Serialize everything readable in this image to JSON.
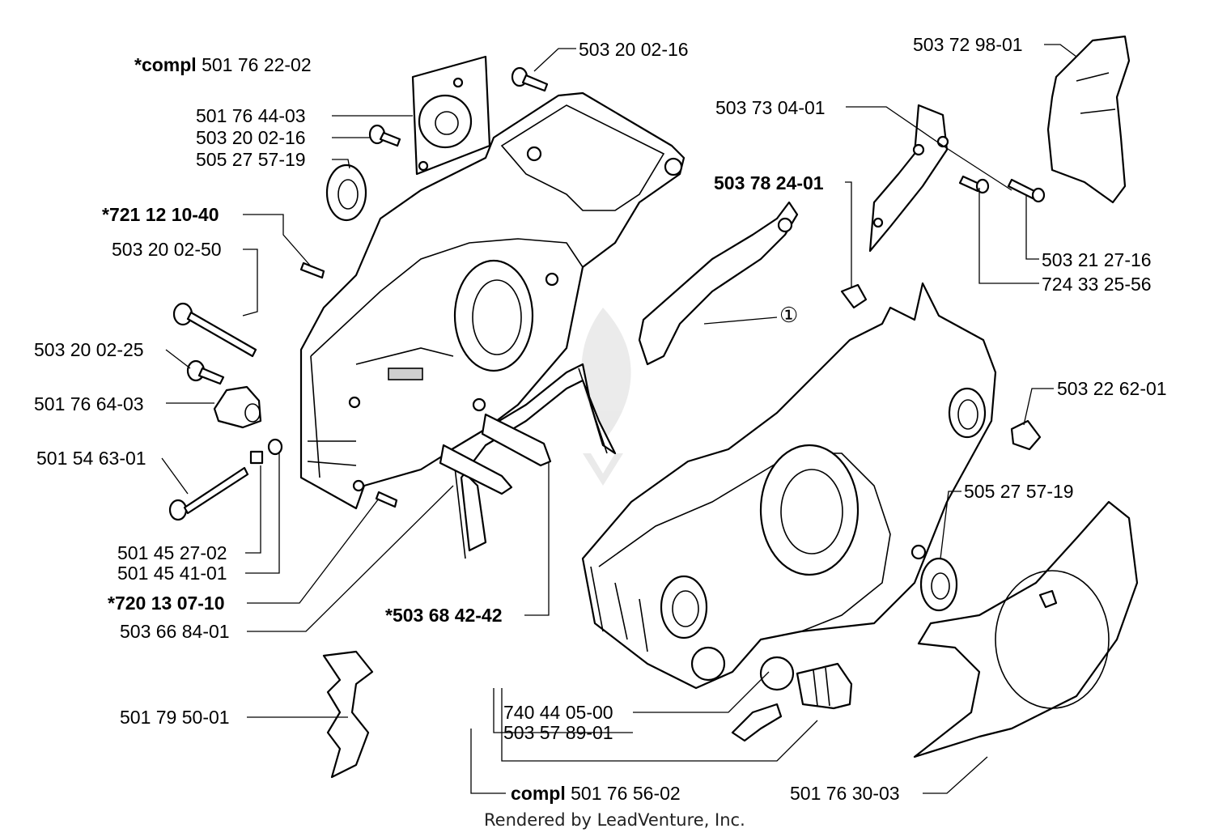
{
  "diagram": {
    "labels": {
      "compl_top": {
        "prefix": "*compl",
        "number": "501 76 22-02"
      },
      "p_503_20_02_16_top": "503 20 02-16",
      "p_501_76_44_03": "501 76 44-03",
      "p_503_20_02_16_left": "503 20 02-16",
      "p_505_27_57_19_left": "505 27 57-19",
      "p_721_12_10_40": "*721 12 10-40",
      "p_503_20_02_50": "503 20 02-50",
      "p_503_20_02_25": "503 20 02-25",
      "p_501_76_64_03": "501 76 64-03",
      "p_501_54_63_01": "501 54 63-01",
      "p_501_45_27_02": "501 45 27-02",
      "p_501_45_41_01": "501 45 41-01",
      "p_720_13_07_10": "*720 13 07-10",
      "p_503_66_84_01": "503 66 84-01",
      "p_501_79_50_01": "501 79 50-01",
      "p_503_68_42_42": "*503 68 42-42",
      "p_740_44_05_00": "740 44 05-00",
      "p_503_57_89_01": "503 57 89-01",
      "compl_bottom": {
        "prefix": "compl",
        "number": "501 76 56-02"
      },
      "p_503_72_98_01": "503 72 98-01",
      "p_503_73_04_01": "503 73 04-01",
      "p_503_78_24_01": "503 78 24-01",
      "p_503_21_27_16": "503 21 27-16",
      "p_724_33_25_56": "724 33 25-56",
      "callout_1": "①",
      "p_503_22_62_01": "503 22 62-01",
      "p_505_27_57_19_right": "505 27 57-19",
      "p_501_76_30_03": "501 76 30-03"
    },
    "footer": "Rendered by LeadVenture, Inc."
  }
}
